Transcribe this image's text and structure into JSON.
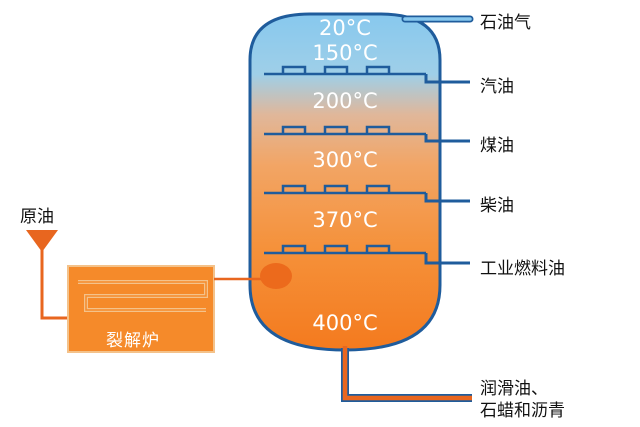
{
  "feed": {
    "label": "原油"
  },
  "furnace": {
    "label": "裂解炉"
  },
  "column": {
    "temperatures": {
      "t_top": "20°C",
      "t_150": "150°C",
      "t_200": "200°C",
      "t_300": "300°C",
      "t_370": "370°C",
      "t_400": "400°C"
    }
  },
  "products": {
    "p1": "石油气",
    "p2": "汽油",
    "p3": "煤油",
    "p4": "柴油",
    "p5": "工业燃料油",
    "p6_line1": "润滑油、",
    "p6_line2": "石蜡和沥青"
  },
  "colors": {
    "top_blue": "#87c8ee",
    "mid_orange": "#f5a14c",
    "bottom_orange": "#f47a1e",
    "outline": "#1f5c9c",
    "pipe_orange": "#e8661f",
    "furnace_fill": "#f58a2a",
    "furnace_border": "#f4c28a"
  }
}
